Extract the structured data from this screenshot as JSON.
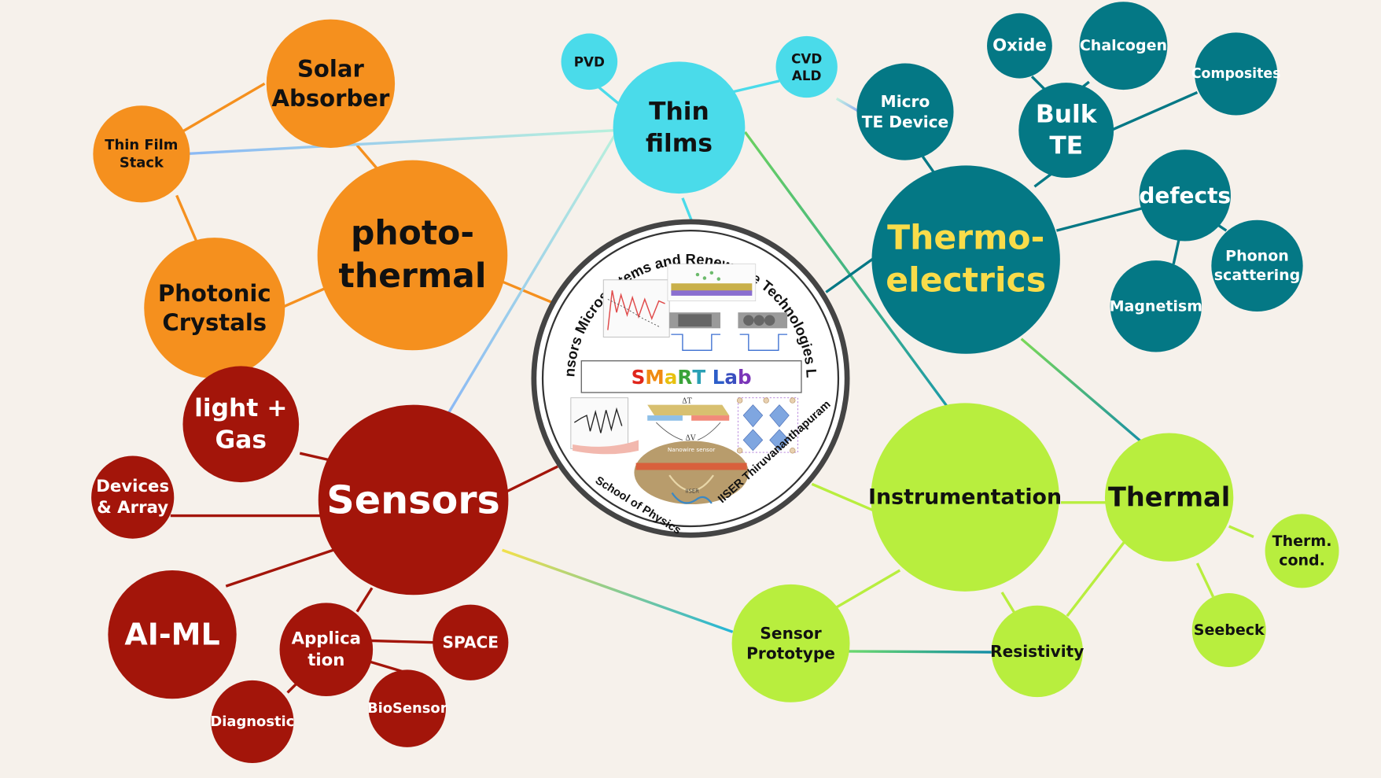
{
  "diagram": {
    "background": "#f6f1eb",
    "colors": {
      "photothermal": "#f5901e",
      "thinfilms": "#4adbea",
      "thermoelectrics": "#047885",
      "sensors": "#a3150a",
      "instrumentation": "#b8ee3e",
      "thermo_label": "#f9dc4a"
    },
    "center_logo": {
      "arc_title": "Sensors Microsystems and Renewable Technologies Lab",
      "badge_letters": [
        "S",
        "M",
        "a",
        "R",
        "T",
        " ",
        "L",
        "a",
        "b"
      ],
      "badge_colors": [
        "#e0251b",
        "#f08a12",
        "#e8c10f",
        "#3aa33a",
        "#2aa0b5",
        "#ffffff",
        "#2c5ec9",
        "#3a4fc0",
        "#7a35b8"
      ],
      "bottom_left": "School of Physics",
      "bottom_right": "IISER Thiruvananthapuram",
      "inner_logo_text": "IISER",
      "figure_labels": [
        "Nanowire sensor",
        "ΔT",
        "ΔV"
      ]
    },
    "nodes": {
      "photothermal": [
        "photo-",
        "thermal"
      ],
      "solar_absorber": [
        "Solar",
        "Absorber"
      ],
      "thin_film_stack": [
        "Thin Film",
        "Stack"
      ],
      "photonic_crystals": [
        "Photonic",
        "Crystals"
      ],
      "thin_films": [
        "Thin",
        "films"
      ],
      "pvd": [
        "PVD"
      ],
      "cvd_ald": [
        "CVD",
        "ALD"
      ],
      "thermoelectrics": [
        "Thermo-",
        "electrics"
      ],
      "micro_te_device": [
        "Micro",
        "TE Device"
      ],
      "bulk_te": [
        "Bulk",
        "TE"
      ],
      "oxide": [
        "Oxide"
      ],
      "chalcogen": [
        "Chalcogen"
      ],
      "composites": [
        "Composites"
      ],
      "defects": [
        "defects"
      ],
      "phonon_scattering": [
        "Phonon",
        "scattering"
      ],
      "magnetism": [
        "Magnetism"
      ],
      "sensors": [
        "Sensors"
      ],
      "light_gas": [
        "light +",
        "Gas"
      ],
      "devices_array": [
        "Devices",
        "& Array"
      ],
      "ai_ml": [
        "AI-ML"
      ],
      "application": [
        "Applica",
        "tion"
      ],
      "space": [
        "SPACE"
      ],
      "biosensor": [
        "BioSensor"
      ],
      "diagnostic": [
        "Diagnostic"
      ],
      "instrumentation": [
        "Instrumentation"
      ],
      "thermal": [
        "Thermal"
      ],
      "therm_cond": [
        "Therm.",
        "cond."
      ],
      "seebeck": [
        "Seebeck"
      ],
      "sensor_prototype": [
        "Sensor",
        "Prototype"
      ],
      "resistivity": [
        "Resistivity"
      ]
    }
  }
}
